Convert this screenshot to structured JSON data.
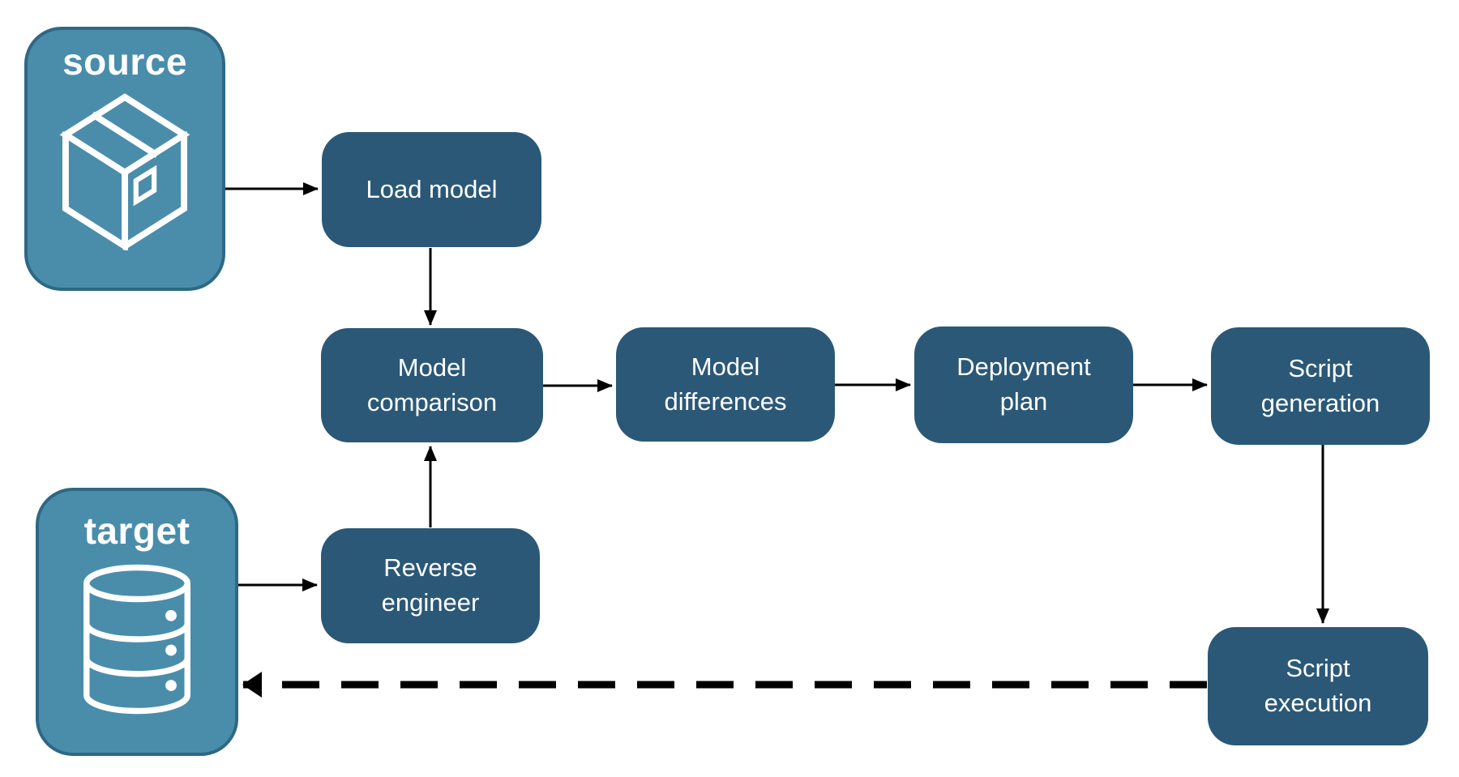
{
  "diagram": {
    "endpoints": {
      "source": {
        "label": "source",
        "icon": "package-icon"
      },
      "target": {
        "label": "target",
        "icon": "database-icon"
      }
    },
    "steps": {
      "load_model": {
        "label": "Load model"
      },
      "model_comparison": {
        "label": "Model\ncomparison"
      },
      "model_differences": {
        "label": "Model\ndifferences"
      },
      "deployment_plan": {
        "label": "Deployment\nplan"
      },
      "script_generation": {
        "label": "Script\ngeneration"
      },
      "reverse_engineer": {
        "label": "Reverse\nengineer"
      },
      "script_execution": {
        "label": "Script\nexecution"
      }
    },
    "edges": [
      {
        "from": "source",
        "to": "load_model",
        "style": "solid"
      },
      {
        "from": "load_model",
        "to": "model_comparison",
        "style": "solid"
      },
      {
        "from": "model_comparison",
        "to": "model_differences",
        "style": "solid"
      },
      {
        "from": "model_differences",
        "to": "deployment_plan",
        "style": "solid"
      },
      {
        "from": "deployment_plan",
        "to": "script_generation",
        "style": "solid"
      },
      {
        "from": "script_generation",
        "to": "script_execution",
        "style": "solid"
      },
      {
        "from": "target",
        "to": "reverse_engineer",
        "style": "solid"
      },
      {
        "from": "reverse_engineer",
        "to": "model_comparison",
        "style": "solid"
      },
      {
        "from": "script_execution",
        "to": "target",
        "style": "dashed"
      }
    ],
    "colors": {
      "node-fill": "#2b5877",
      "endpoint-fill": "#4a8dab",
      "endpoint-border": "#2e6884",
      "label-text": "#ffffff",
      "arrow": "#000000",
      "background": "#ffffff"
    }
  }
}
